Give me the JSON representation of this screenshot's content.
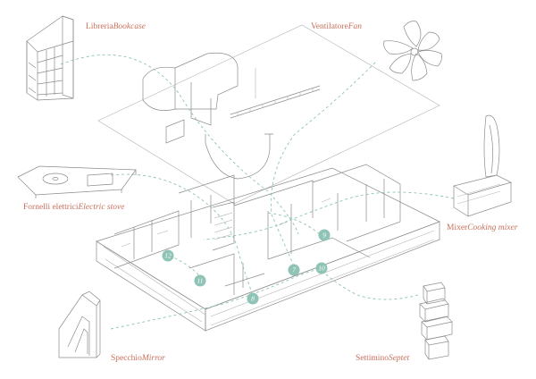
{
  "labels": {
    "bookcase": {
      "it": "Libreria",
      "en": "Bookcase"
    },
    "fan": {
      "it": "Ventilatore",
      "en": "Fan"
    },
    "stove": {
      "it": "Fornelli elettrici",
      "en": "Electric stove"
    },
    "mixer": {
      "it": "Mixer",
      "en": "Cooking mixer"
    },
    "mirror": {
      "it": "Specchio",
      "en": "Mirror"
    },
    "septet": {
      "it": "Settimino",
      "en": "Septet"
    }
  },
  "markers": [
    "9",
    "7",
    "10",
    "12",
    "11",
    "8"
  ],
  "colors": {
    "label": "#c9705c",
    "marker": "#8ec3b6",
    "line": "#8c8c8c",
    "dash": "#8ec3b6"
  },
  "icons": [
    "bookcase-icon",
    "fan-icon",
    "electric-stove-icon",
    "cooking-mixer-icon",
    "mirror-icon",
    "septet-icon"
  ]
}
